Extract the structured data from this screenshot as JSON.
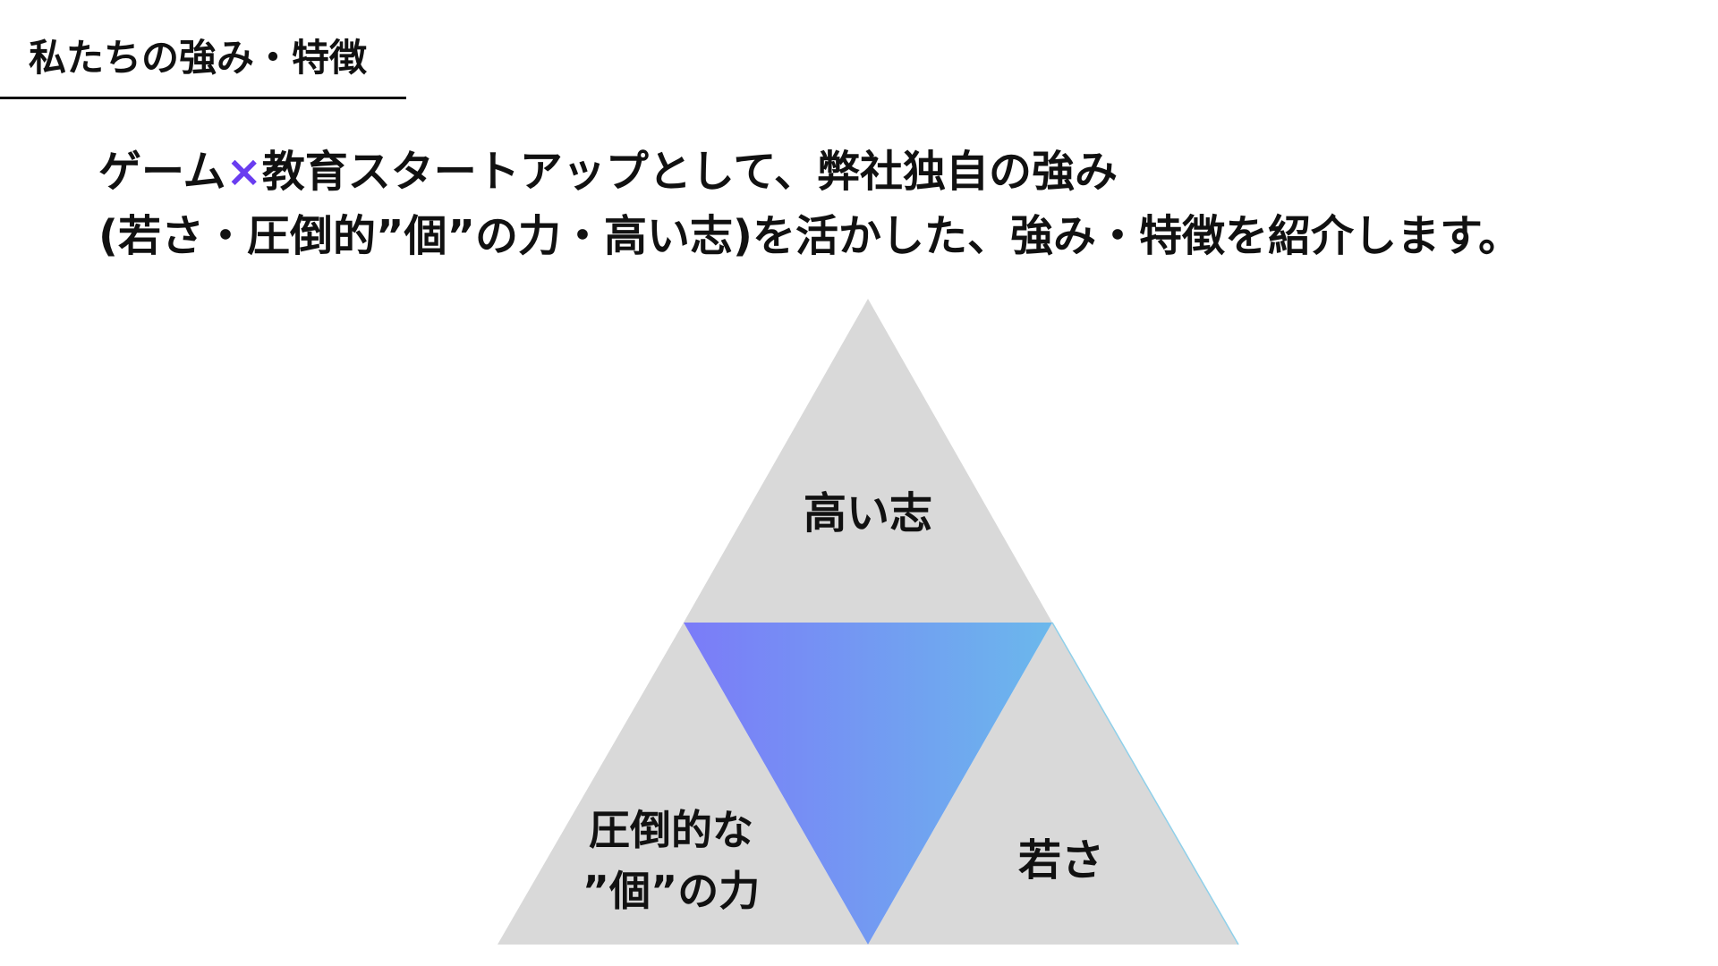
{
  "header": {
    "section_title": "私たちの強み・特徴"
  },
  "lead": {
    "line1_before": "ゲーム",
    "line1_accent": "×",
    "line1_after": "教育スタートアップとして、弊社独自の強み",
    "line2": "(若さ・圧倒的”個”の力・高い志)を活かした、強み・特徴を紹介します。"
  },
  "diagram": {
    "top": {
      "label": "高い志"
    },
    "bottom_left": {
      "label_line1": "圧倒的な",
      "label_line2": "”個”の力"
    },
    "bottom_right": {
      "label": "若さ"
    }
  },
  "colors": {
    "accent": "#6a3df0",
    "triangle_fill": "#d9d9d9",
    "gradient_start": "#7b7bf8",
    "gradient_end": "#6bb8ec"
  }
}
